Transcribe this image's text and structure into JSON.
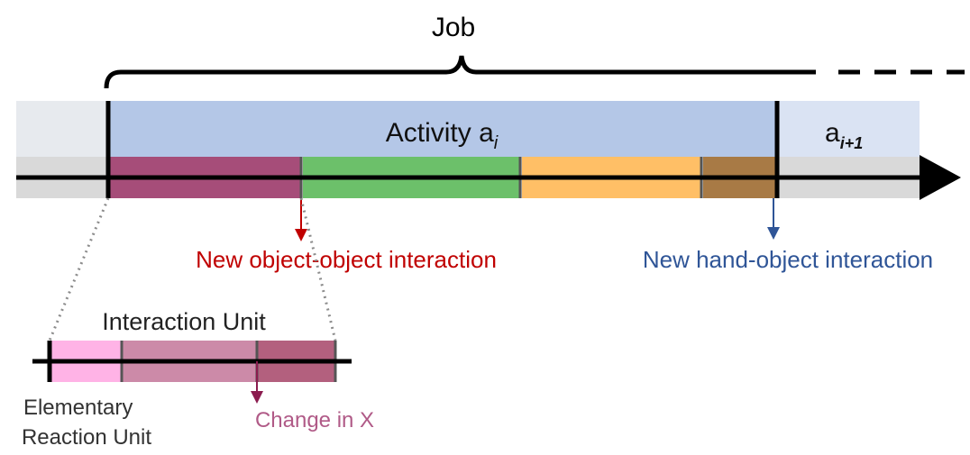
{
  "job_label": "Job",
  "activity": {
    "main": "Activity a",
    "subscript": "i"
  },
  "next_activity": {
    "main": "a",
    "subscript": "i+1"
  },
  "object_object_label": "New object-object interaction",
  "hand_object_label": "New hand-object interaction",
  "interaction_unit_label": "Interaction Unit",
  "elementary_unit_label": {
    "line1": "Elementary",
    "line2": "Reaction Unit"
  },
  "change_label": "Change in X",
  "colors": {
    "activity_bg": "#b4c7e7",
    "next_activity_bg": "#dae3f3",
    "pre_bg": "#e7eaee",
    "timeline_bg": "#d9d9d9",
    "segment_1": "#a64d79",
    "segment_2": "#6cc06a",
    "segment_3": "#ffbf66",
    "segment_4": "#a87a45",
    "unit_1": "#ffb3e6",
    "unit_2": "#cc8aa8",
    "unit_3": "#b3607e",
    "object_object_color": "#c00000",
    "hand_object_color": "#2f5597",
    "change_color": "#b05a87",
    "change_arrow": "#8b1c4f"
  }
}
